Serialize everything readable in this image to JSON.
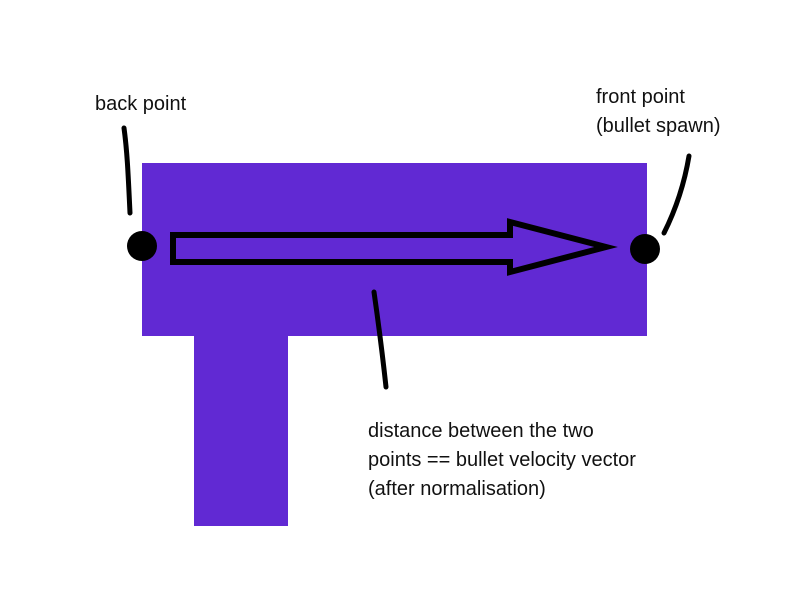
{
  "colors": {
    "gun_body": "#6129D3",
    "ink": "#000000",
    "background": "#FFFFFF"
  },
  "labels": {
    "back_point": "back point",
    "front_point_line1": "front point",
    "front_point_line2": "(bullet spawn)",
    "distance_line1": "distance between the two",
    "distance_line2": "points == bullet velocity vector",
    "distance_line3": "(after normalisation)"
  }
}
